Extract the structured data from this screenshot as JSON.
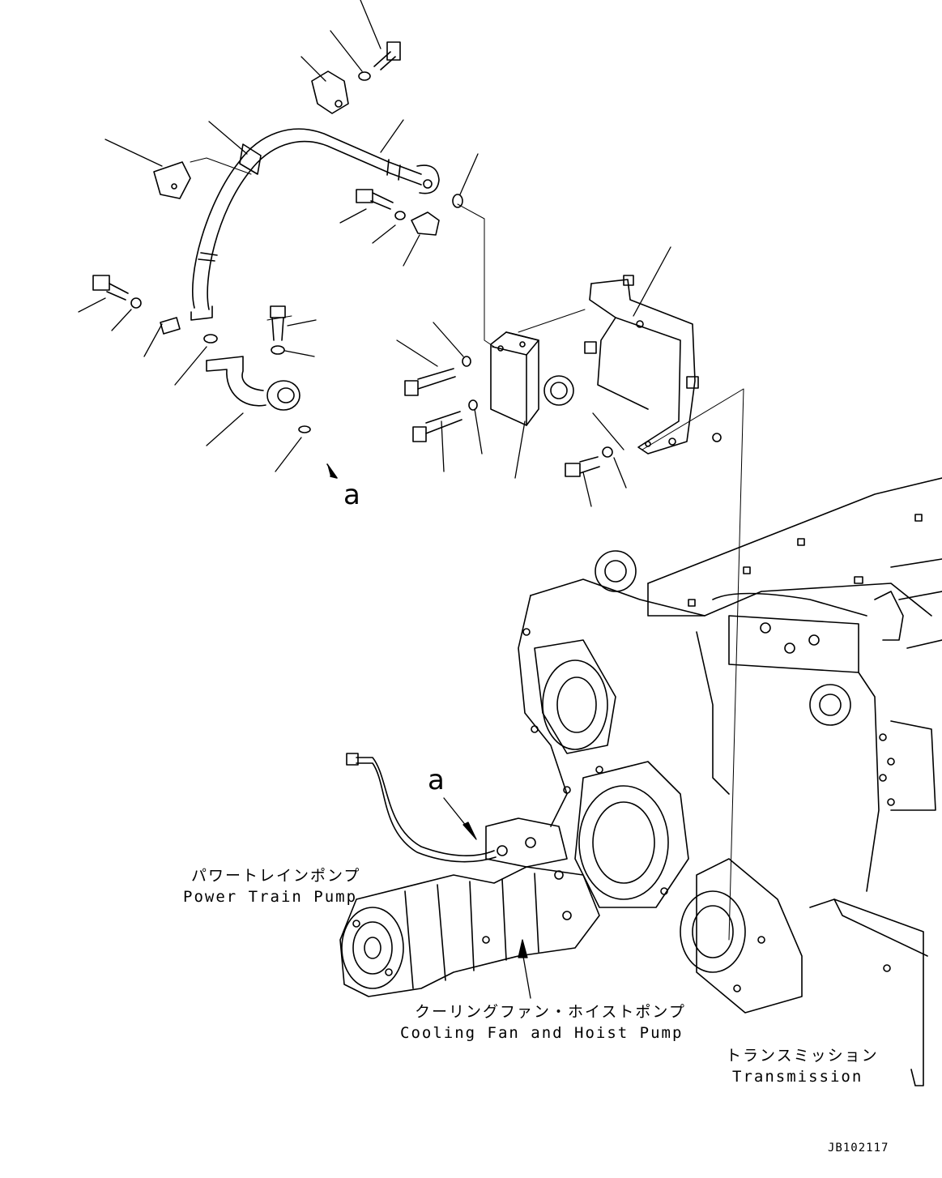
{
  "callouts": {
    "view_a_top": "a",
    "view_a_bottom": "a"
  },
  "labels": {
    "power_train_pump_jp": "パワートレインポンプ",
    "power_train_pump_en": "Power Train Pump",
    "cooling_fan_hoist_pump_jp": "クーリングファン・ホイストポンプ",
    "cooling_fan_hoist_pump_en": "Cooling Fan and Hoist Pump",
    "transmission_jp": "トランスミッション",
    "transmission_en": "Transmission"
  },
  "drawing_number": "JB102117"
}
